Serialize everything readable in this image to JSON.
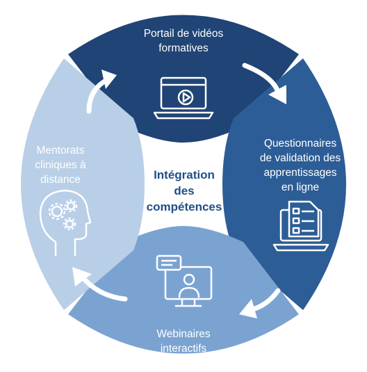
{
  "center": {
    "label": "Intégration\ndes\ncompétences"
  },
  "segments": {
    "top": {
      "label": "Portail de vidéos\nformatives",
      "icon": "video-laptop-icon",
      "color": "#1f4475"
    },
    "right": {
      "label": "Questionnaires\nde validation des\napprentissages\nen ligne",
      "icon": "checklist-laptop-icon",
      "color": "#2c5d96"
    },
    "bottom": {
      "label": "Webinaires\ninteractifs",
      "icon": "webinar-monitor-icon",
      "color": "#7ba3d2"
    },
    "left": {
      "label": "Mentorats\ncliniques à\ndistance",
      "icon": "head-gears-icon",
      "color": "#b8cfe7"
    }
  },
  "colors": {
    "arrow": "#ffffff",
    "icon_stroke": "#ffffff",
    "center_text": "#1e4f86"
  }
}
